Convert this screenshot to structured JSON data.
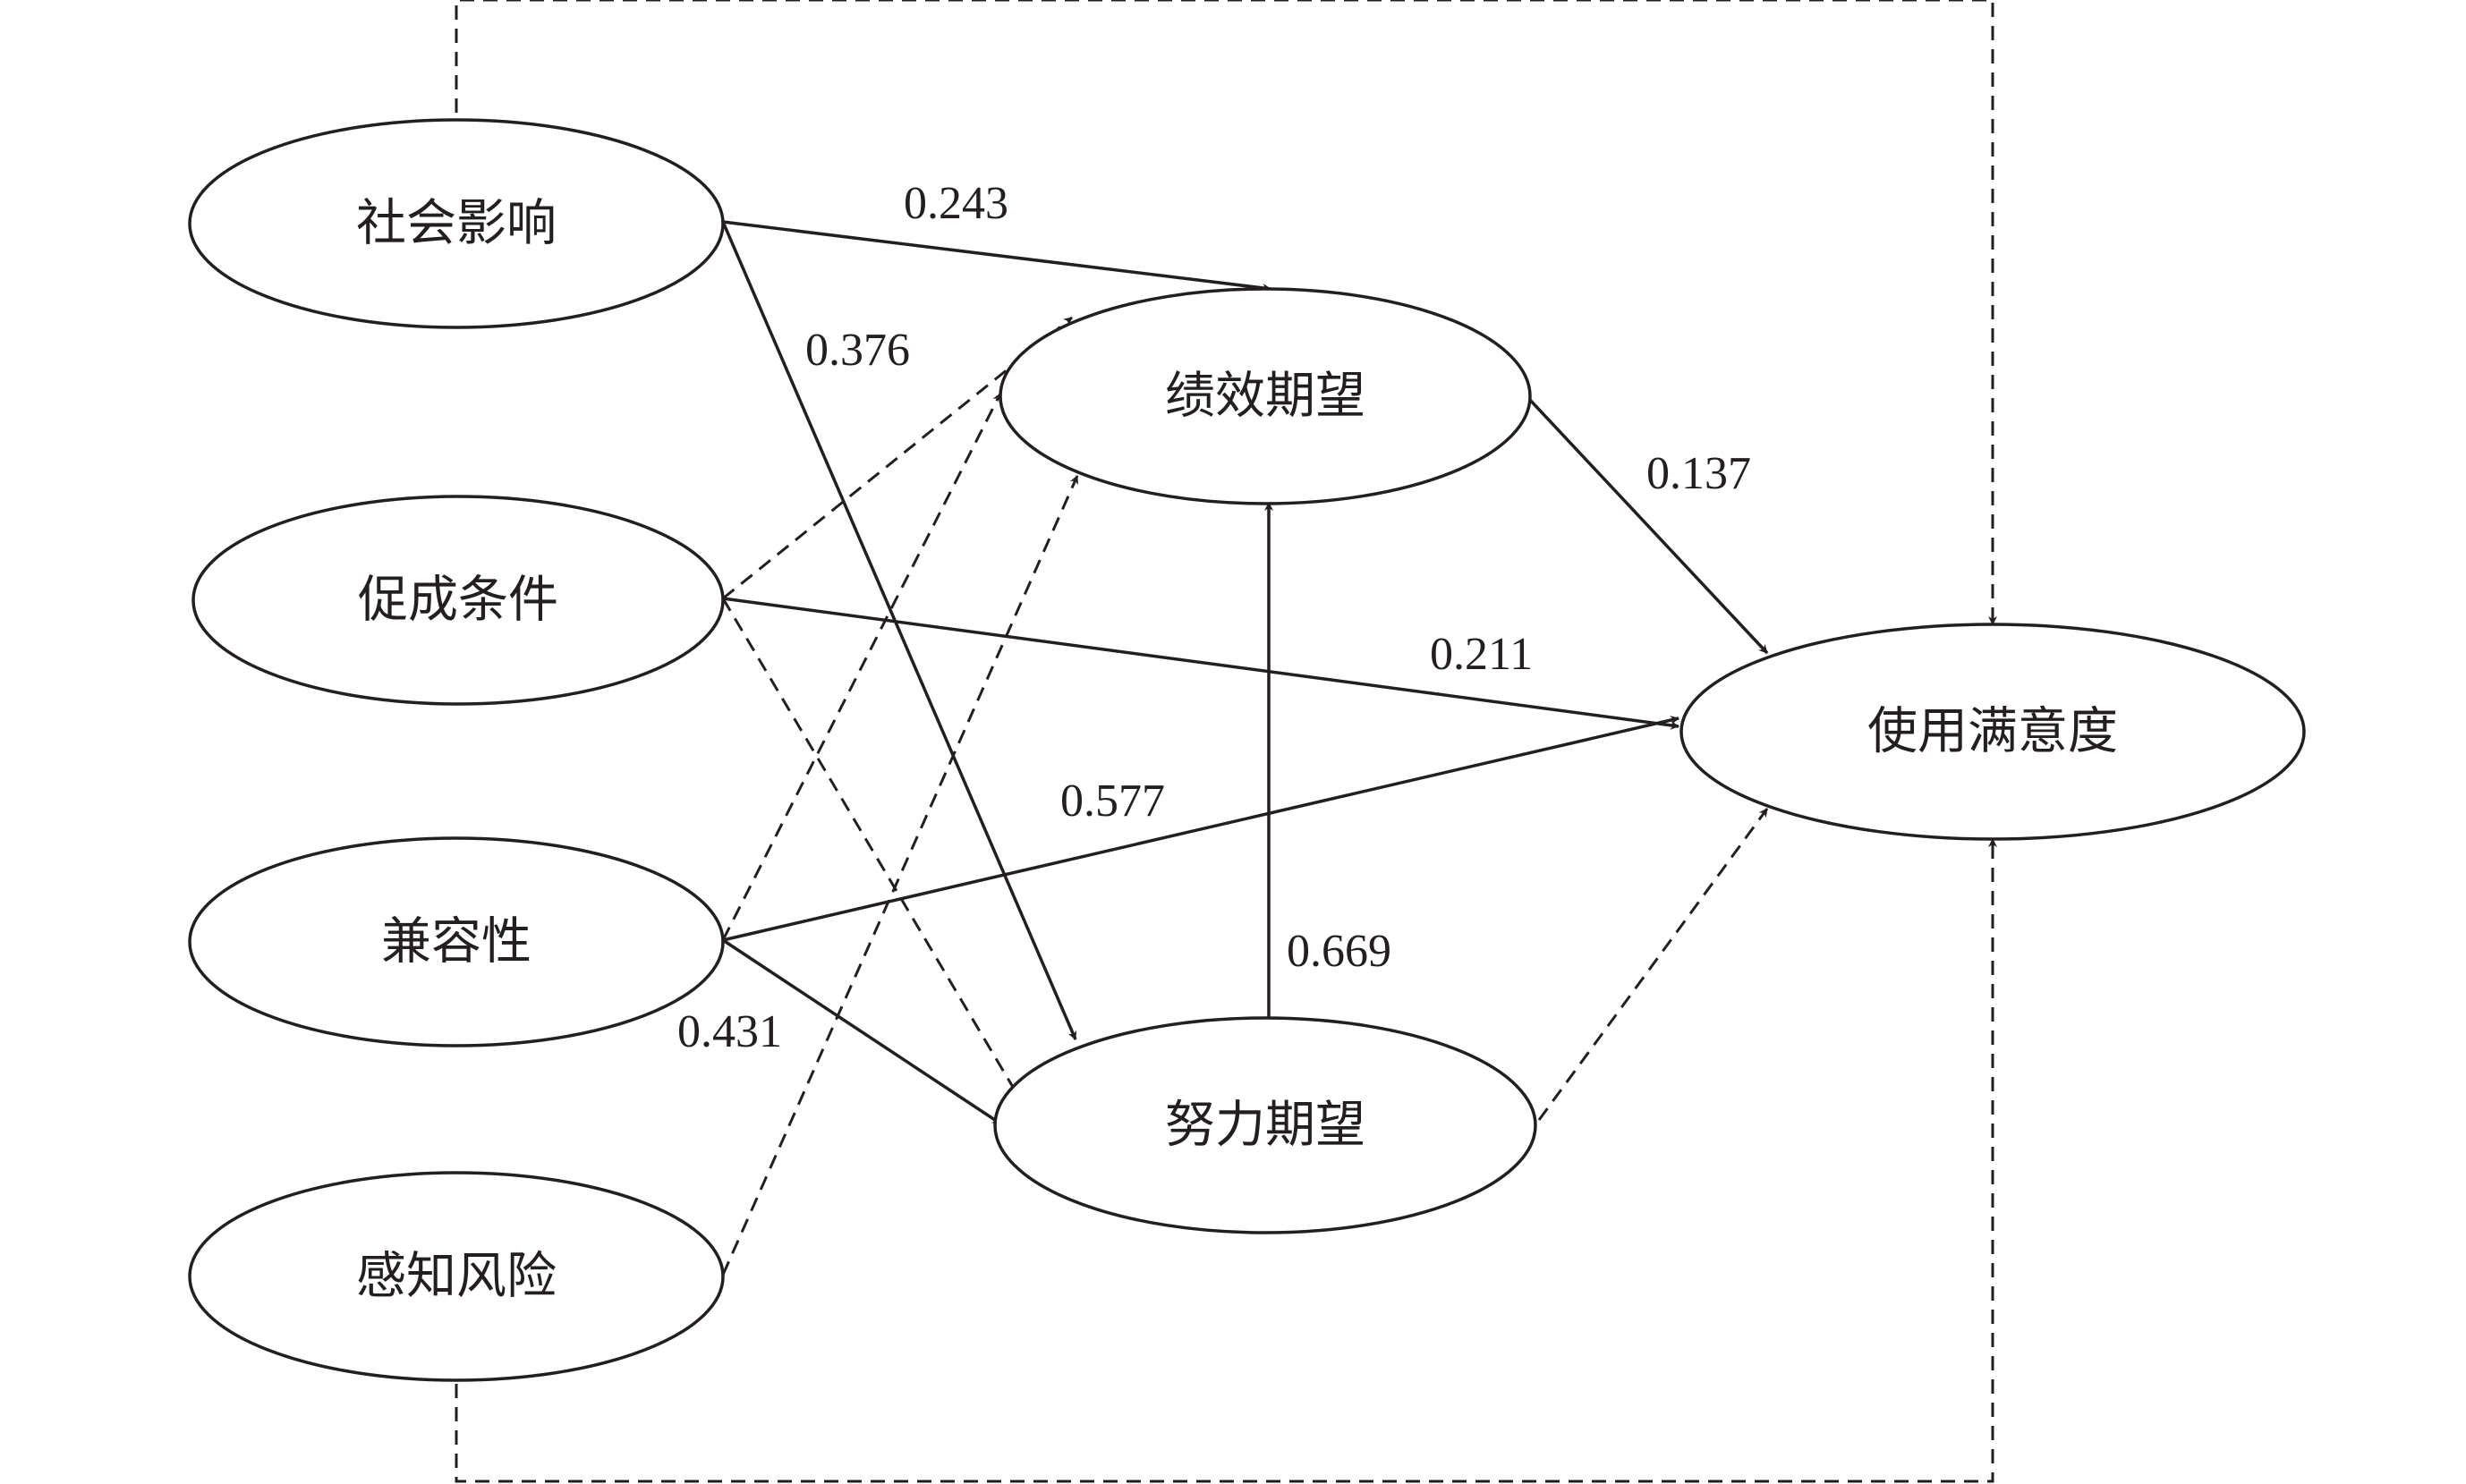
{
  "diagram": {
    "nodes": {
      "social_influence": "社会影响",
      "facilitating_conditions": "促成条件",
      "compatibility": "兼容性",
      "perceived_risk": "感知风险",
      "performance_expectancy": "绩效期望",
      "effort_expectancy": "努力期望",
      "use_satisfaction": "使用满意度"
    },
    "edges": [
      {
        "from": "social_influence",
        "to": "performance_expectancy",
        "style": "solid",
        "label": "0.243"
      },
      {
        "from": "social_influence",
        "to": "effort_expectancy",
        "style": "solid",
        "label": "0.376"
      },
      {
        "from": "performance_expectancy",
        "to": "use_satisfaction",
        "style": "solid",
        "label": "0.137"
      },
      {
        "from": "facilitating_conditions",
        "to": "use_satisfaction",
        "style": "solid",
        "label": "0.211"
      },
      {
        "from": "compatibility",
        "to": "use_satisfaction",
        "style": "solid",
        "label": "0.577"
      },
      {
        "from": "effort_expectancy",
        "to": "performance_expectancy",
        "style": "solid",
        "label": "0.669"
      },
      {
        "from": "compatibility",
        "to": "effort_expectancy",
        "style": "solid",
        "label": "0.431"
      },
      {
        "from": "facilitating_conditions",
        "to": "performance_expectancy",
        "style": "dashed",
        "label": ""
      },
      {
        "from": "facilitating_conditions",
        "to": "effort_expectancy",
        "style": "dashed",
        "label": ""
      },
      {
        "from": "compatibility",
        "to": "performance_expectancy",
        "style": "dashed",
        "label": ""
      },
      {
        "from": "perceived_risk",
        "to": "performance_expectancy",
        "style": "dashed",
        "label": ""
      },
      {
        "from": "effort_expectancy",
        "to": "use_satisfaction",
        "style": "dashed",
        "label": ""
      },
      {
        "from": "social_influence",
        "to": "use_satisfaction",
        "style": "dashed",
        "label": ""
      },
      {
        "from": "perceived_risk",
        "to": "use_satisfaction",
        "style": "dashed",
        "label": ""
      }
    ]
  }
}
